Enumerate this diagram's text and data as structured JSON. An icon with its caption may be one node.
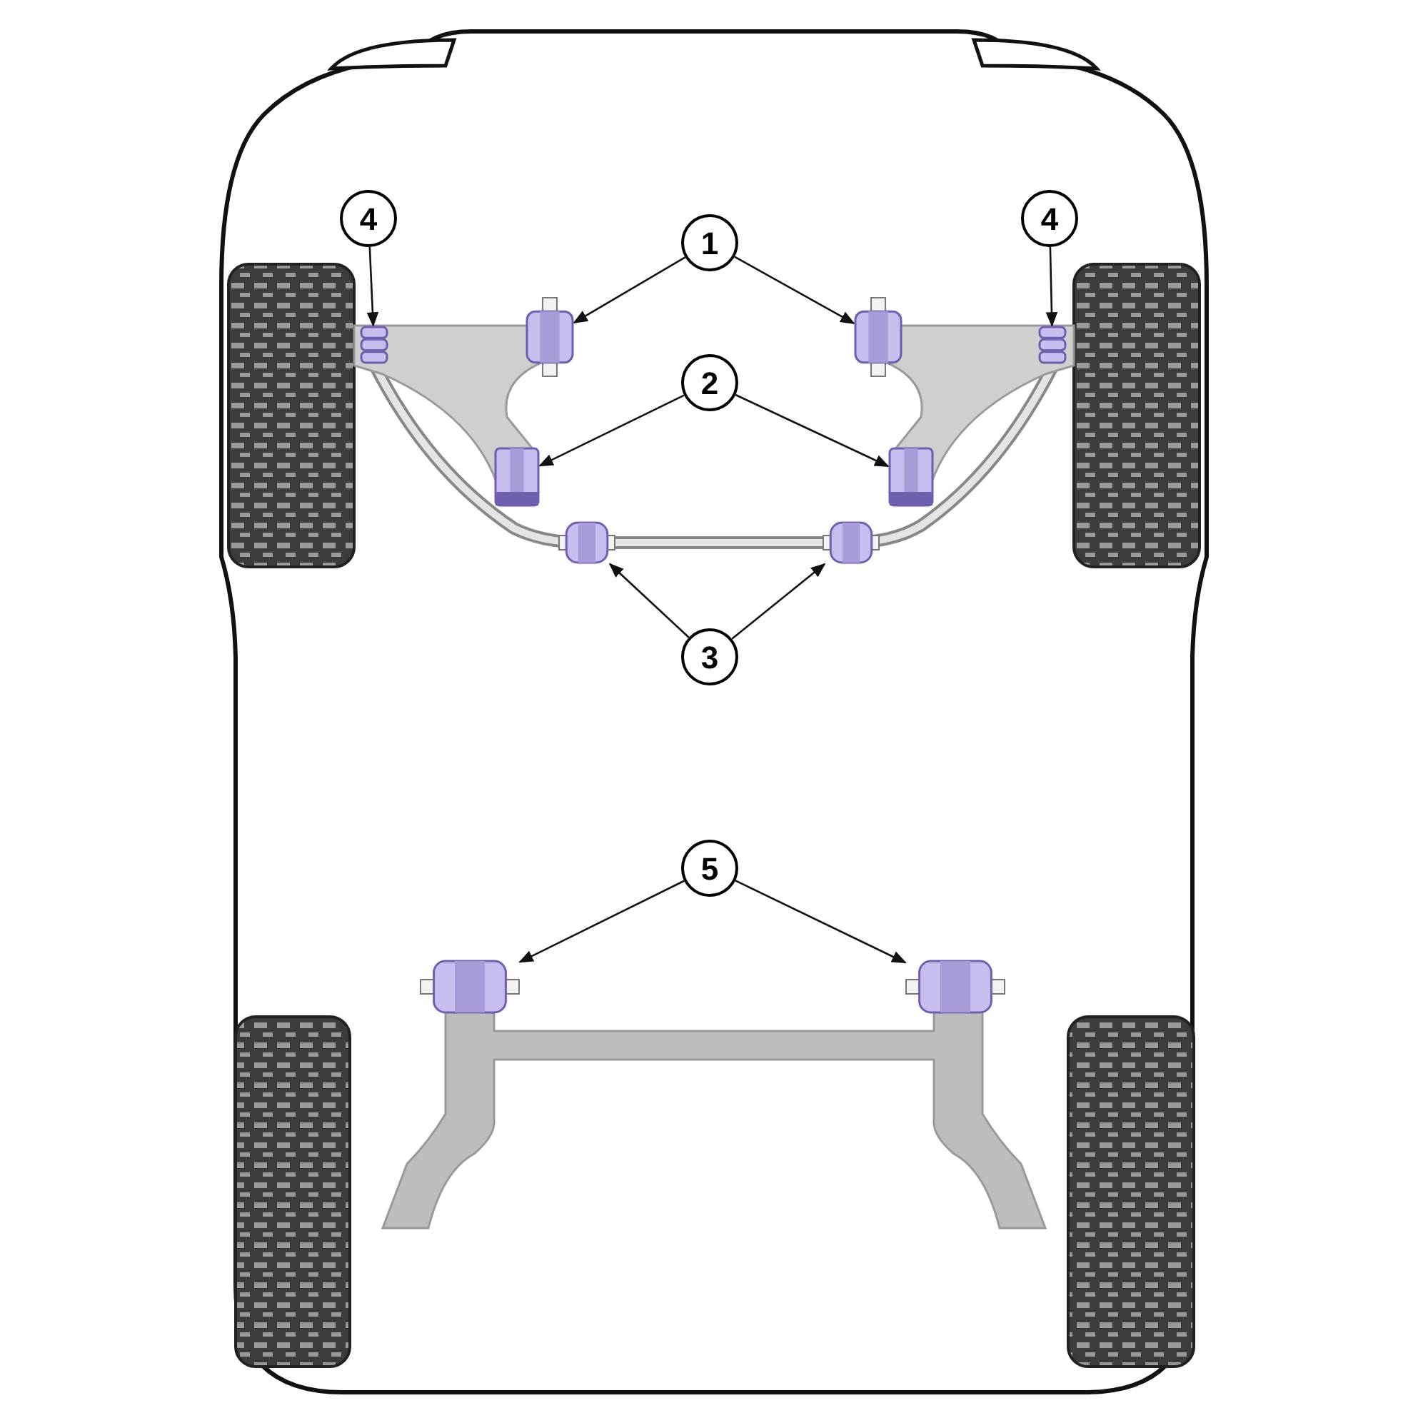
{
  "diagram": {
    "nodes": [
      {
        "text": [
          "4"
        ]
      },
      {
        "text": [
          "1"
        ]
      },
      {
        "text": [
          "4"
        ]
      },
      {
        "text": [],
        "shape": "picture"
      },
      {
        "text": [],
        "shape": "picture"
      },
      {
        "text": [],
        "shape": "picture"
      },
      {
        "text": [],
        "shape": "picture"
      },
      {
        "text": [
          "2"
        ]
      },
      {
        "text": [],
        "shape": "picture"
      },
      {
        "text": [],
        "shape": "picture"
      },
      {
        "text": [],
        "shape": "picture"
      },
      {
        "text": [],
        "shape": "picture"
      },
      {
        "text": [
          "3"
        ]
      },
      {
        "text": [
          "5"
        ]
      },
      {
        "text": [],
        "shape": "picture"
      },
      {
        "text": [],
        "shape": "picture"
      }
    ],
    "edges": [
      {
        "from": 0,
        "to": 3,
        "arrow": "to"
      },
      {
        "from": 1,
        "to": 4,
        "arrow": "to"
      },
      {
        "from": 1,
        "to": 5,
        "arrow": "to"
      },
      {
        "from": 2,
        "to": 6,
        "arrow": "to"
      },
      {
        "from": 7,
        "to": 8,
        "arrow": "to"
      },
      {
        "from": 7,
        "to": 9,
        "arrow": "to"
      },
      {
        "from": 12,
        "to": 10,
        "arrow": "to"
      },
      {
        "from": 12,
        "to": 11,
        "arrow": "to"
      },
      {
        "from": 13,
        "to": 14,
        "arrow": "to"
      },
      {
        "from": 13,
        "to": 15,
        "arrow": "to"
      }
    ]
  }
}
